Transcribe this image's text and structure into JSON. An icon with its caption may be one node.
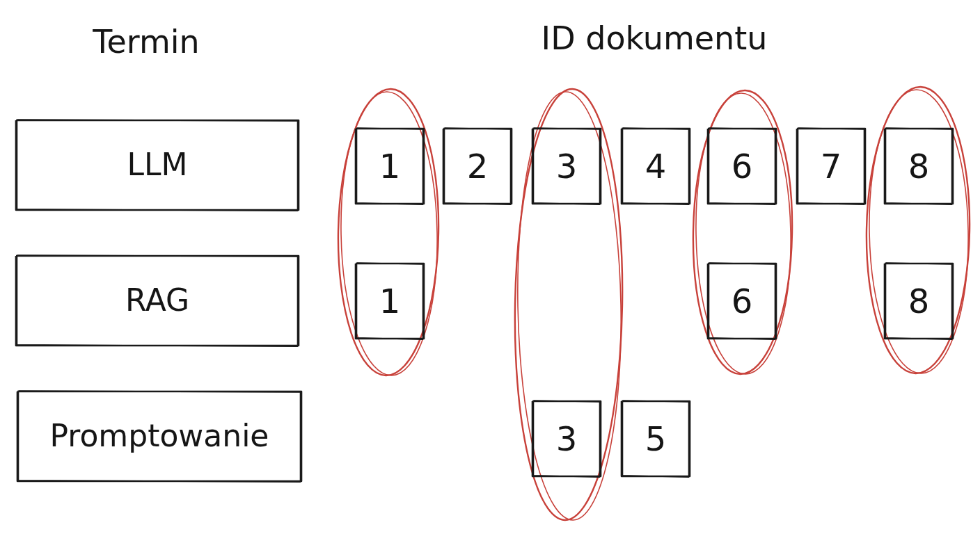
{
  "diagram": {
    "nodes": [
      {
        "text": [
          "LLM"
        ]
      },
      {
        "text": [
          "1"
        ]
      },
      {
        "text": [
          "2"
        ]
      },
      {
        "text": [
          "3"
        ]
      },
      {
        "text": [
          "4"
        ]
      },
      {
        "text": [
          "6"
        ]
      },
      {
        "text": [
          "7"
        ]
      },
      {
        "text": [
          "8"
        ]
      },
      {
        "text": [
          "RAG"
        ]
      },
      {
        "text": [
          "1"
        ]
      },
      {
        "text": [
          "6"
        ]
      },
      {
        "text": [
          "8"
        ]
      },
      {
        "text": [
          "Promptowanie"
        ]
      },
      {
        "text": [
          "3"
        ]
      },
      {
        "text": [
          "5"
        ]
      }
    ],
    "labels": [
      "Termin",
      "ID dokumentu"
    ]
  }
}
